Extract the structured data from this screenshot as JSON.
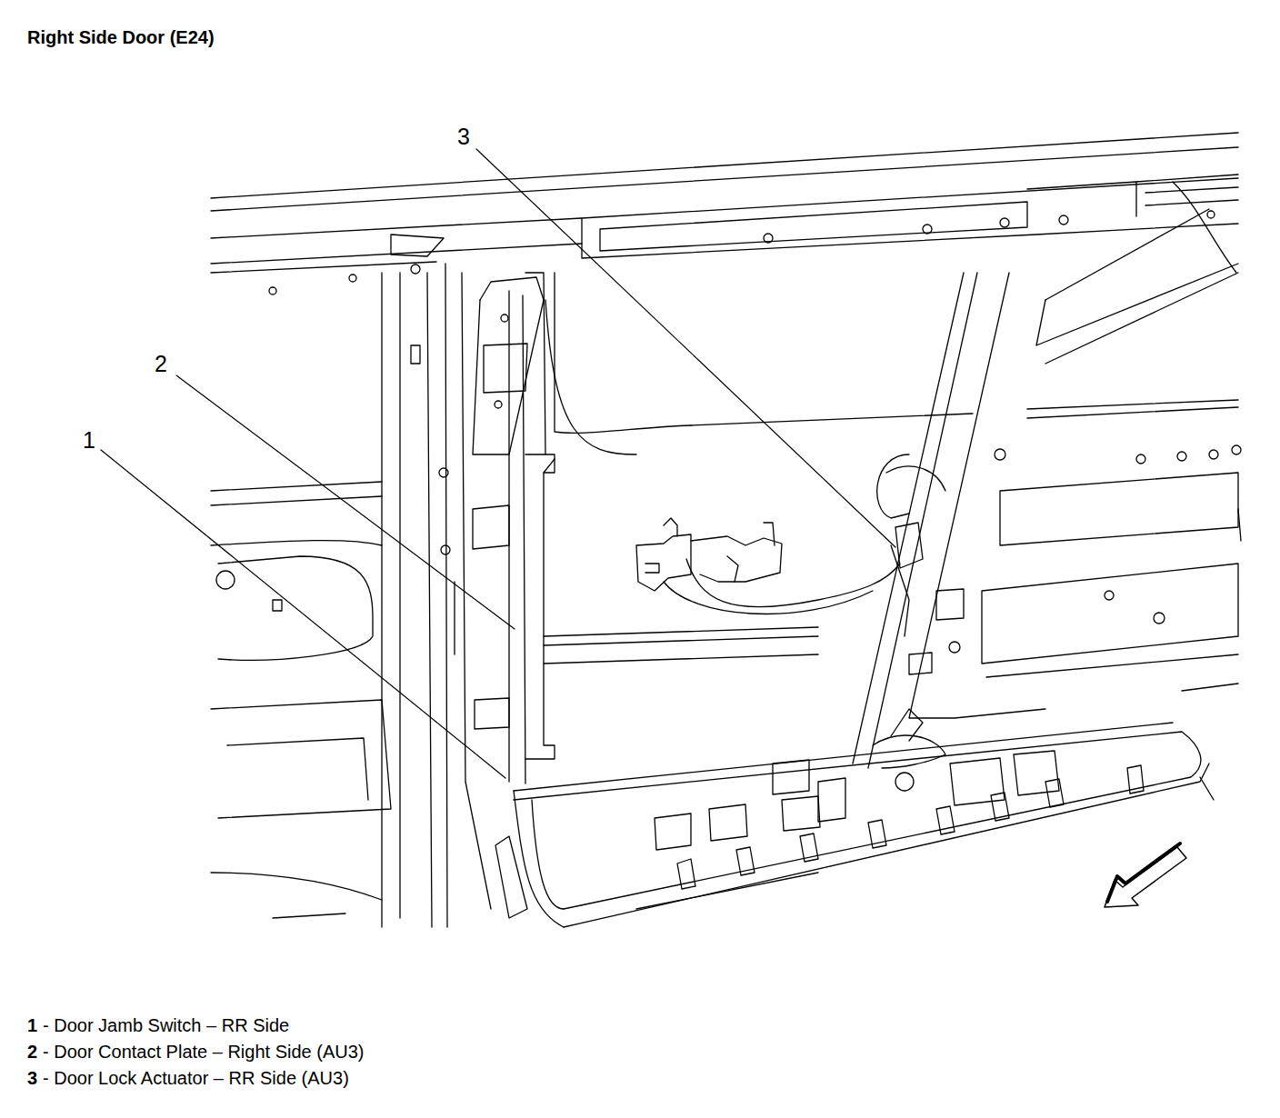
{
  "diagram": {
    "title": "Right Side Door (E24)",
    "labels": [
      "3",
      "2",
      "1",
      "1",
      "- Door Jamb Switch – RR Side",
      "2",
      "- Door Contact Plate – Right Side (AU3)",
      "3",
      "- Door Lock Actuator – RR Side (AU3)"
    ]
  }
}
